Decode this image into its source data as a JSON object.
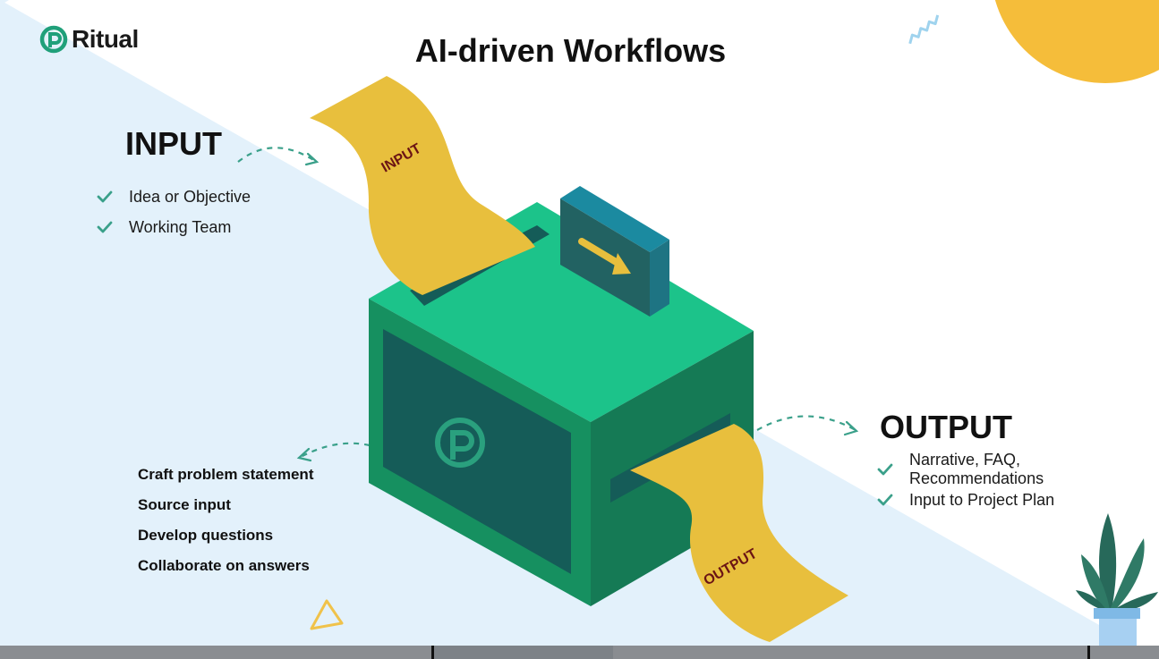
{
  "brand": {
    "name": "Ritual",
    "logo_color": "#20a07a"
  },
  "slide": {
    "title": "AI-driven Workflows"
  },
  "input_section": {
    "heading": "INPUT",
    "items": [
      "Idea or Objective",
      "Working Team"
    ]
  },
  "output_section": {
    "heading": "OUTPUT",
    "items": [
      "Narrative, FAQ, Recommendations",
      "Input to Project Plan"
    ]
  },
  "steps": [
    "Craft problem statement",
    "Source input",
    "Develop questions",
    "Collaborate on answers"
  ],
  "machine": {
    "input_ribbon_label": "INPUT",
    "output_ribbon_label": "OUTPUT"
  },
  "colors": {
    "accent_green": "#1cc38a",
    "dark_green": "#157a55",
    "panel_dark": "#155c58",
    "ribbon_yellow": "#e8bf3d",
    "ribbon_text": "#6b1414",
    "check_color": "#3aa08a",
    "light_blue_bg": "#e3f1fb",
    "sun_yellow": "#f5bd3a"
  }
}
